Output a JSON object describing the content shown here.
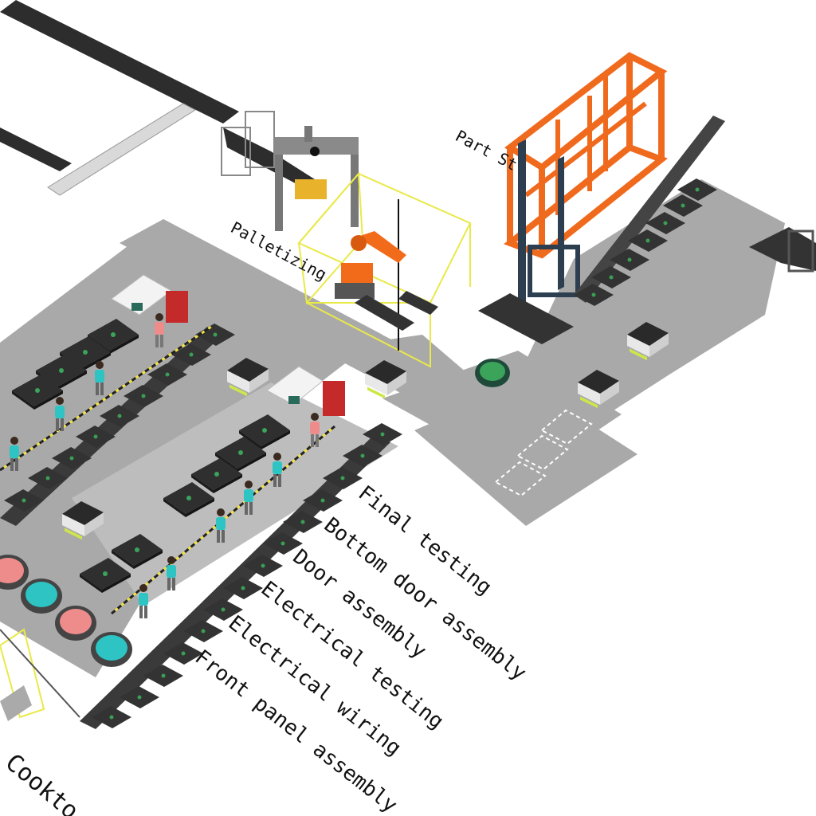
{
  "labels": {
    "palletizing": "Palletizing",
    "part_storage": "Part St",
    "cooktop": "Cookto",
    "stations": [
      "Final testing",
      "Bottom door assembly",
      "Door assembly",
      "Electrical testing",
      "Electrical wiring",
      "Front panel assembly"
    ]
  },
  "colors": {
    "floor": "#a9a9a9",
    "conveyor": "#3a3a3a",
    "worker": "#2ec4c4",
    "supervisor": "#ee8c8c",
    "rack": "#f06a1e",
    "robot": "#f26b1a",
    "agv_light": "#cfe64a",
    "fence": "#e9e94a"
  }
}
